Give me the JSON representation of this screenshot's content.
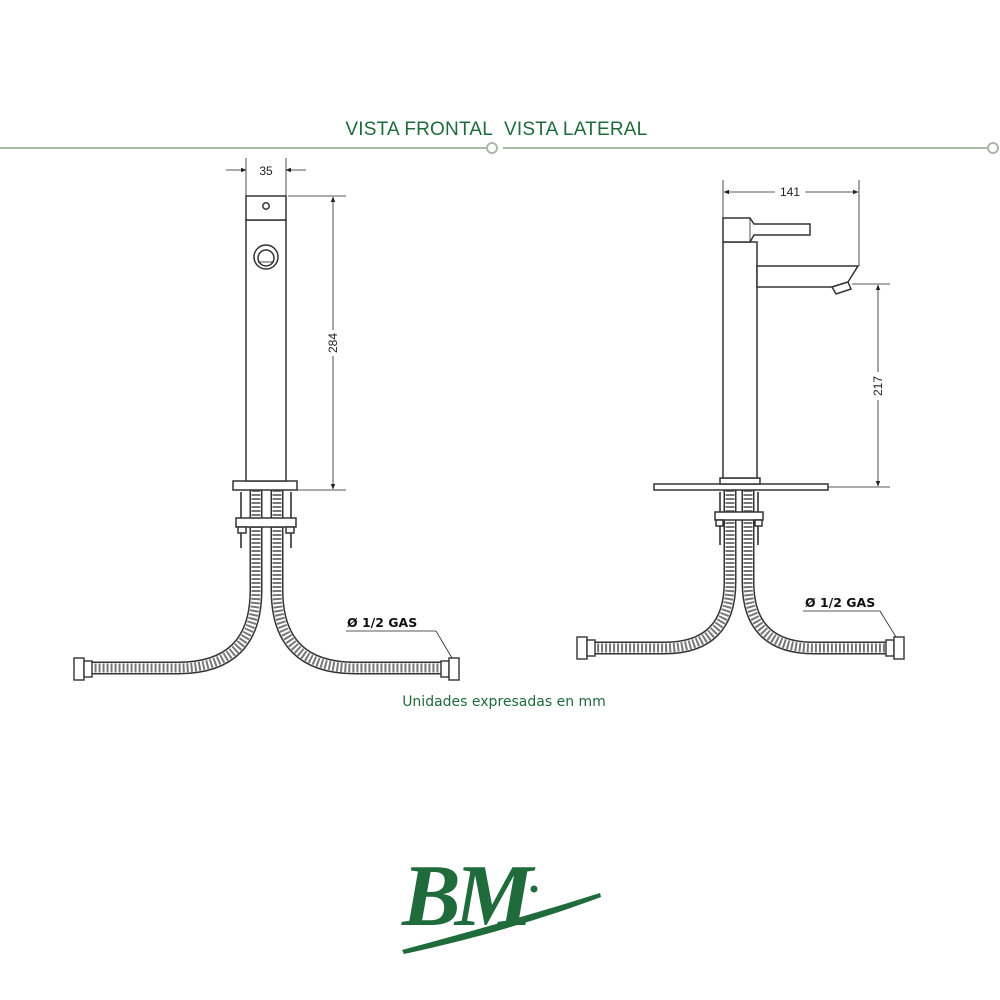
{
  "views": {
    "front_title": "VISTA FRONTAL",
    "side_title": "VISTA LATERAL"
  },
  "dimensions": {
    "front_width": "35",
    "front_height": "284",
    "side_depth": "141",
    "side_spout_height": "217"
  },
  "callouts": {
    "front_hose": "Ø 1/2 GAS",
    "side_hose": "Ø 1/2 GAS"
  },
  "footer": {
    "units_note": "Unidades expresadas en mm"
  },
  "brand": {
    "logo_text": "BM.",
    "color": "#1f6b3c"
  },
  "colors": {
    "accent": "#1f6b3c",
    "rule": "#a9b9a9",
    "line": "#222222"
  }
}
